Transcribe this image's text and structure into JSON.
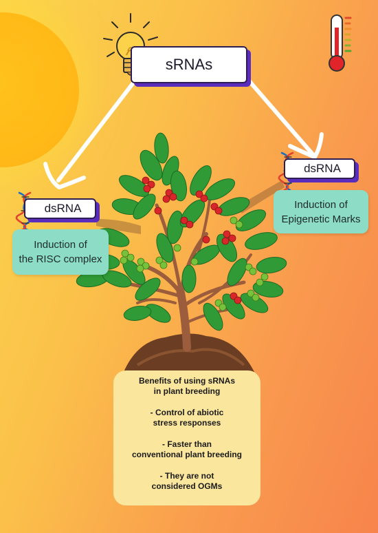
{
  "main_label": "sRNAs",
  "left_branch": {
    "dsrna_label": "dsRNA",
    "outcome_line1": "Induction of",
    "outcome_line2": "the RISC complex"
  },
  "right_branch": {
    "dsrna_label": "dsRNA",
    "outcome_line1": "Induction of",
    "outcome_line2": "Epigenetic Marks"
  },
  "benefits": {
    "title_line1": "Benefits of using sRNAs",
    "title_line2": "in plant breeding",
    "item1_line1": "- Control of abiotic",
    "item1_line2": "stress responses",
    "item2_line1": "- Faster than",
    "item2_line2": "conventional plant breeding",
    "item3_line1": "- They are not",
    "item3_line2": "considered OGMs"
  },
  "colors": {
    "gradient_left": "#fbd64c",
    "gradient_right": "#f7844c",
    "box_shadow_purple": "#5a2dbd",
    "teal_box": "#8ddcc6",
    "benefit_box": "#fbe69e",
    "thermometer_red": "#e0242a"
  },
  "icons": [
    "sun-icon",
    "light-bulb-icon",
    "thermometer-icon",
    "dna-icon",
    "coffee-plant-illustration"
  ]
}
